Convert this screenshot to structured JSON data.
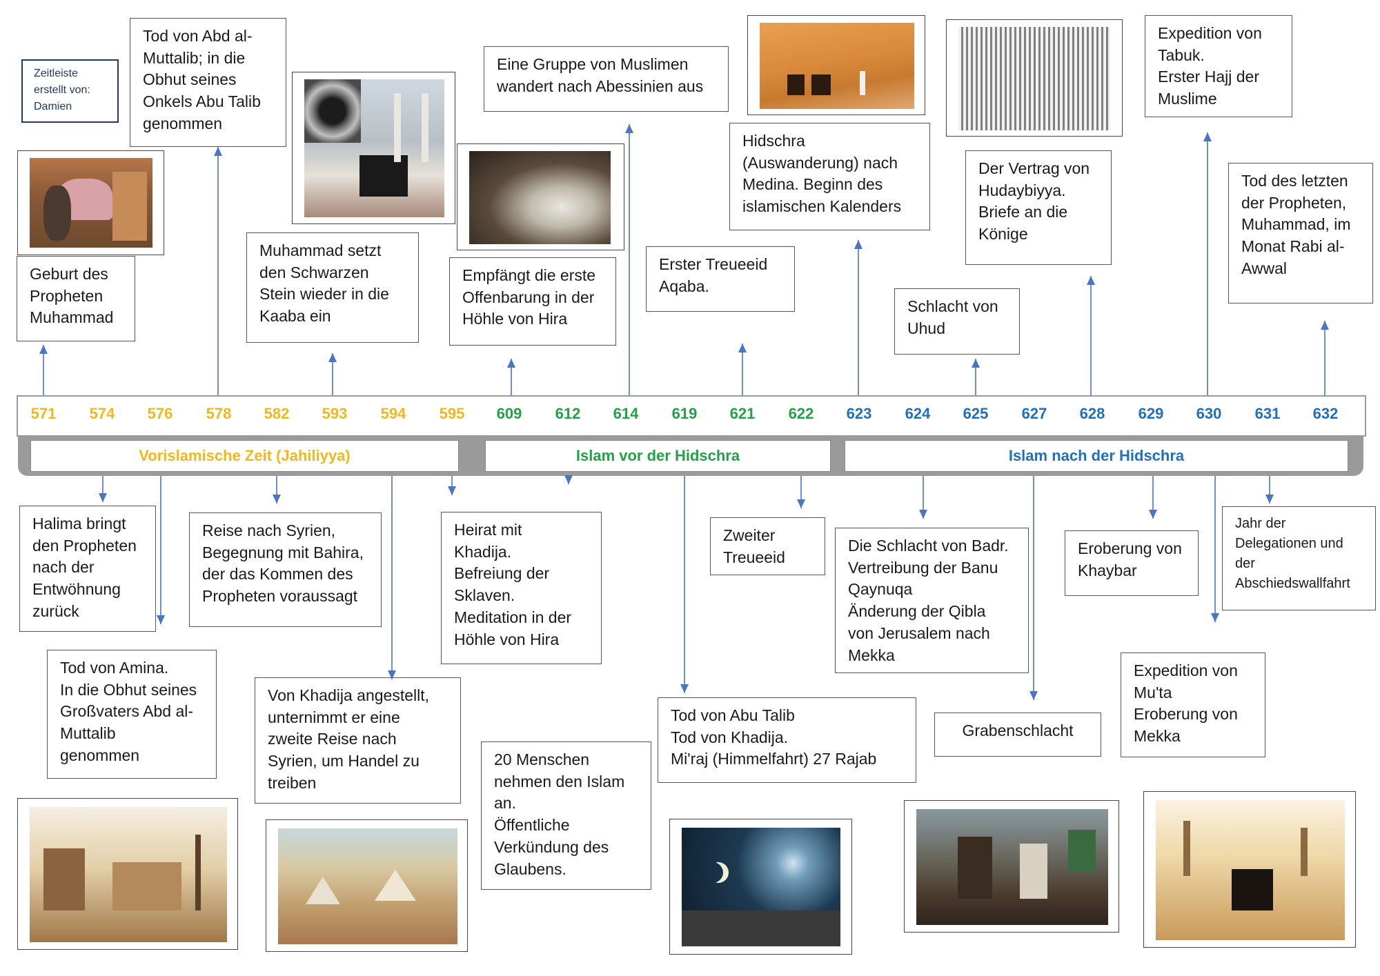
{
  "credit": "Zeitleiste\nerstellt von:\nDamien",
  "colors": {
    "pre": "#f2b81a",
    "before": "#22a147",
    "after": "#1f6fbf",
    "arrow": "#4a74c4"
  },
  "years": [
    {
      "label": "571",
      "era": "pre"
    },
    {
      "label": "574",
      "era": "pre"
    },
    {
      "label": "576",
      "era": "pre"
    },
    {
      "label": "578",
      "era": "pre"
    },
    {
      "label": "582",
      "era": "pre"
    },
    {
      "label": "593",
      "era": "pre"
    },
    {
      "label": "594",
      "era": "pre"
    },
    {
      "label": "595",
      "era": "pre"
    },
    {
      "label": "609",
      "era": "before"
    },
    {
      "label": "612",
      "era": "before"
    },
    {
      "label": "614",
      "era": "before"
    },
    {
      "label": "619",
      "era": "before"
    },
    {
      "label": "621",
      "era": "before"
    },
    {
      "label": "622",
      "era": "before"
    },
    {
      "label": "623",
      "era": "after"
    },
    {
      "label": "624",
      "era": "after"
    },
    {
      "label": "625",
      "era": "after"
    },
    {
      "label": "627",
      "era": "after"
    },
    {
      "label": "628",
      "era": "after"
    },
    {
      "label": "629",
      "era": "after"
    },
    {
      "label": "630",
      "era": "after"
    },
    {
      "label": "631",
      "era": "after"
    },
    {
      "label": "632",
      "era": "after"
    }
  ],
  "periods": [
    {
      "label": "Vorislamische Zeit (Jahiliyya)",
      "era": "pre"
    },
    {
      "label": "Islam vor der Hidschra",
      "era": "before"
    },
    {
      "label": "Islam nach der Hidschra",
      "era": "after"
    }
  ],
  "events": [
    {
      "id": "e571",
      "text": "Geburt des\nPropheten\nMuhammad"
    },
    {
      "id": "e578",
      "text": "Tod von Abd al-\nMuttalib; in die\nObhut seines\nOnkels Abu Talib\ngenommen"
    },
    {
      "id": "e593",
      "text": "Muhammad setzt\nden Schwarzen\nStein wieder in die\nKaaba ein"
    },
    {
      "id": "e609",
      "text": "Empfängt die erste\nOffenbarung in der\nHöhle von Hira"
    },
    {
      "id": "e614",
      "text": "Eine Gruppe von Muslimen\nwandert nach Abessinien aus"
    },
    {
      "id": "e621",
      "text": "Erster Treueeid\nAqaba."
    },
    {
      "id": "e623",
      "text": "Hidschra\n(Auswanderung) nach\nMedina. Beginn des\nislamischen Kalenders"
    },
    {
      "id": "e625",
      "text": "Schlacht von\nUhud"
    },
    {
      "id": "e628",
      "text": "Der Vertrag von\nHudaybiyya.\nBriefe an die\nKönige"
    },
    {
      "id": "e630",
      "text": "Expedition von\nTabuk.\nErster Hajj der\nMuslime"
    },
    {
      "id": "e632",
      "text": "Tod des letzten\nder Propheten,\nMuhammad, im\nMonat Rabi al-\nAwwal"
    },
    {
      "id": "e574",
      "text": "Halima bringt\nden Propheten\nnach der\nEntwöhnung\nzurück"
    },
    {
      "id": "e576",
      "text": "Tod von Amina.\nIn die Obhut seines\nGroßvaters Abd al-\nMuttalib\ngenommen"
    },
    {
      "id": "e582",
      "text": "Reise nach Syrien,\nBegegnung mit Bahira,\nder das Kommen des\nPropheten voraussagt"
    },
    {
      "id": "e594",
      "text": "Von Khadija angestellt,\nunternimmt er eine\nzweite Reise nach\nSyrien, um Handel zu\ntreiben"
    },
    {
      "id": "e595",
      "text": "Heirat mit\nKhadija.\nBefreiung der\nSklaven.\nMeditation in der\nHöhle von Hira"
    },
    {
      "id": "e612",
      "text": "20 Menschen\nnehmen den Islam\nan.\nÖffentliche\nVerkündung des\nGlaubens."
    },
    {
      "id": "e619",
      "text": "Tod von Abu Talib\nTod von Khadija.\nMi'raj (Himmelfahrt) 27 Rajab"
    },
    {
      "id": "e622",
      "text": "Zweiter\nTreueeid"
    },
    {
      "id": "e624",
      "text": "Die Schlacht von Badr.\nVertreibung der Banu\nQaynuqa\nÄnderung der Qibla\nvon Jerusalem nach\nMekka"
    },
    {
      "id": "e627",
      "text": "Grabenschlacht"
    },
    {
      "id": "e629",
      "text": "Eroberung von\nKhaybar"
    },
    {
      "id": "e630b",
      "text": "Expedition von\nMu'ta\nEroberung von\nMekka"
    },
    {
      "id": "e631",
      "text": "Jahr der\nDelegationen und\nder\nAbschiedswallfahrt"
    }
  ]
}
